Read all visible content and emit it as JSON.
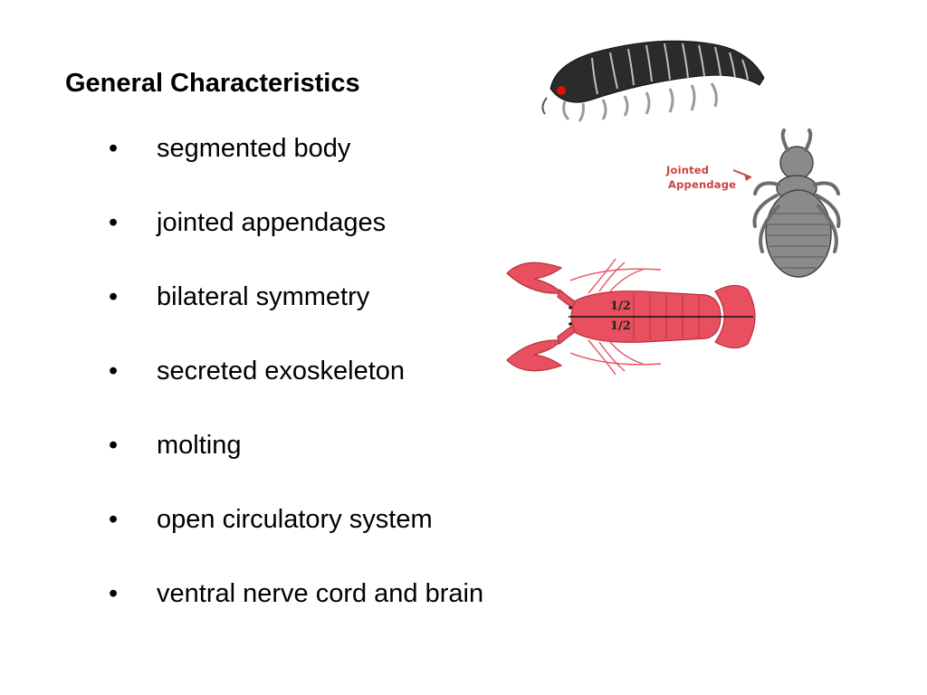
{
  "slide": {
    "title": "General Characteristics",
    "bullet_symbol": "•",
    "bullets": [
      "segmented body",
      "jointed appendages",
      "bilateral symmetry",
      "secreted exoskeleton",
      "molting",
      "open circulatory system",
      "ventral nerve cord and brain"
    ]
  },
  "illustrations": {
    "isopod": {
      "icon": "isopod-illustration"
    },
    "louse": {
      "icon": "louse-illustration",
      "callout_line1": "Jointed",
      "callout_line2": "Appendage"
    },
    "lobster": {
      "icon": "lobster-illustration",
      "half_top": "1/2",
      "half_bottom": "1/2"
    }
  },
  "colors": {
    "lobster_red": "#e8505f",
    "callout_red": "#c94444",
    "isopod_dark": "#2b2b2b",
    "louse_gray": "#8a8a8a"
  }
}
